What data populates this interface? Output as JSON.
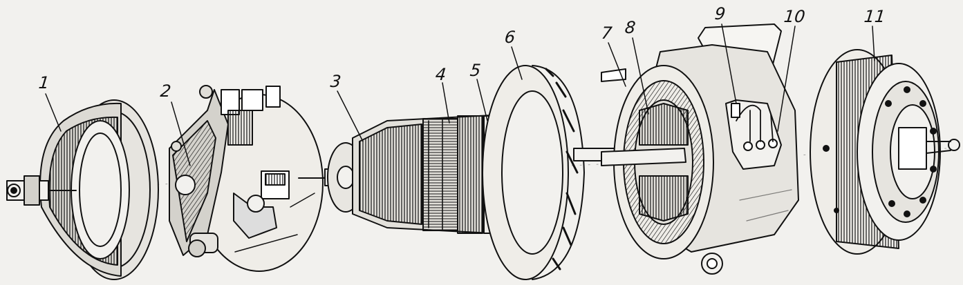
{
  "diagram": {
    "type": "exploded-view-technical-drawing",
    "ink_color": "#111111",
    "paper_color": "#f2f1ee",
    "callouts": [
      {
        "id": "c1",
        "text": "1"
      },
      {
        "id": "c2",
        "text": "2"
      },
      {
        "id": "c3",
        "text": "3"
      },
      {
        "id": "c4",
        "text": "4"
      },
      {
        "id": "c5",
        "text": "5"
      },
      {
        "id": "c6",
        "text": "6"
      },
      {
        "id": "c7",
        "text": "7"
      },
      {
        "id": "c8",
        "text": "8"
      },
      {
        "id": "c9",
        "text": "9"
      },
      {
        "id": "c10",
        "text": "10"
      },
      {
        "id": "c11",
        "text": "11"
      }
    ]
  }
}
